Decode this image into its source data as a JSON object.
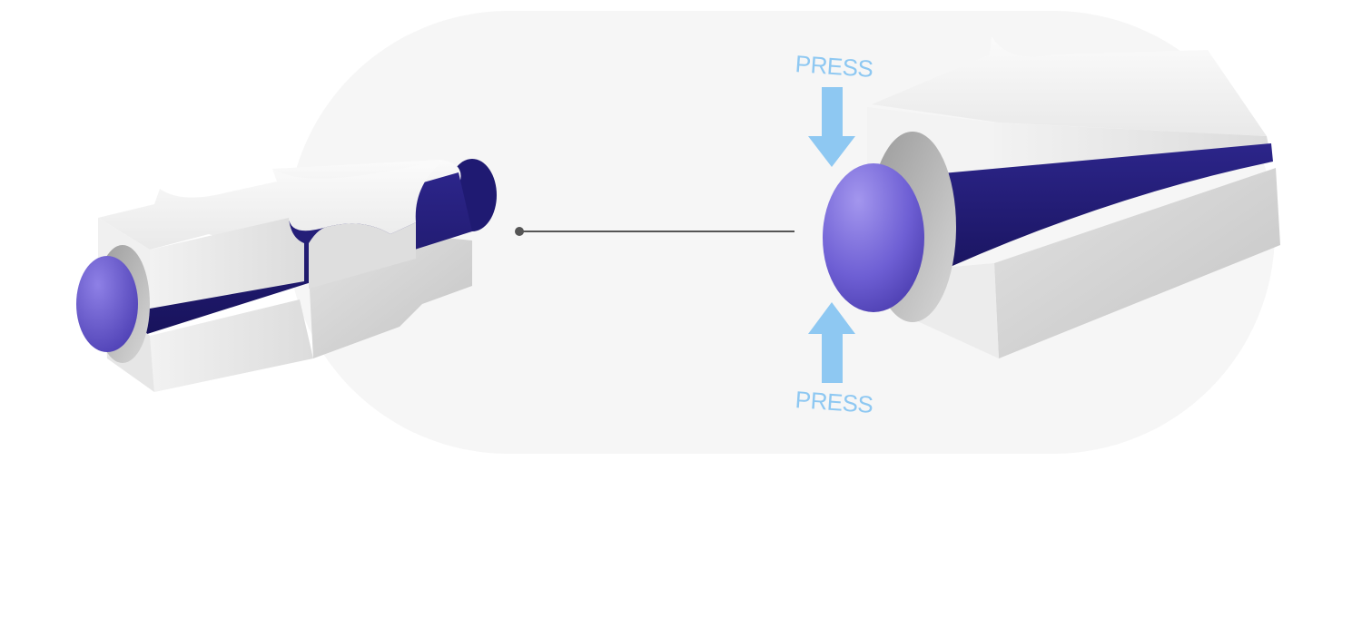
{
  "diagram": {
    "press_label_top": "PRESS",
    "press_label_bottom": "PRESS"
  },
  "colors": {
    "panel_background": "#f6f6f6",
    "housing_light": "#f7f7f7",
    "housing_mid": "#e4e4e4",
    "housing_shadow": "#bdbdbd",
    "rod_dark": "#1f1a72",
    "rod_face": "#6e5fd4",
    "rod_face_highlight": "#a396ee",
    "press_arrow": "#8ec8f2",
    "connector_line": "#555555"
  },
  "icons": {
    "press_arrow_down": "arrow-down-icon",
    "press_arrow_up": "arrow-up-icon",
    "connector": "callout-line"
  }
}
